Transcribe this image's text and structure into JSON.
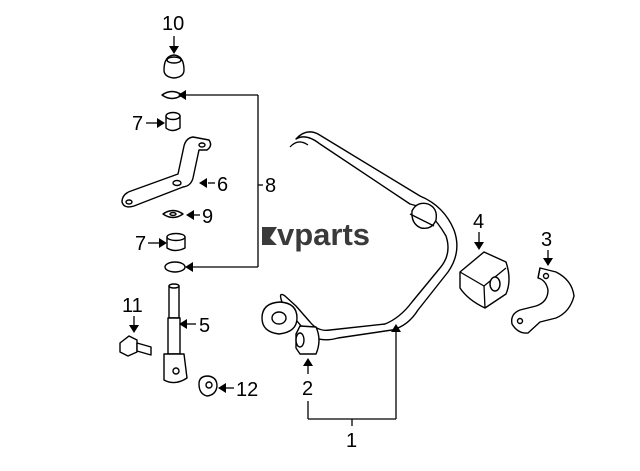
{
  "watermark": {
    "text": "vparts"
  },
  "callouts": {
    "p1": "1",
    "p2": "2",
    "p3": "3",
    "p4": "4",
    "p5": "5",
    "p6": "6",
    "p7a": "7",
    "p7b": "7",
    "p8": "8",
    "p9": "9",
    "p10": "10",
    "p11": "11",
    "p12": "12"
  }
}
